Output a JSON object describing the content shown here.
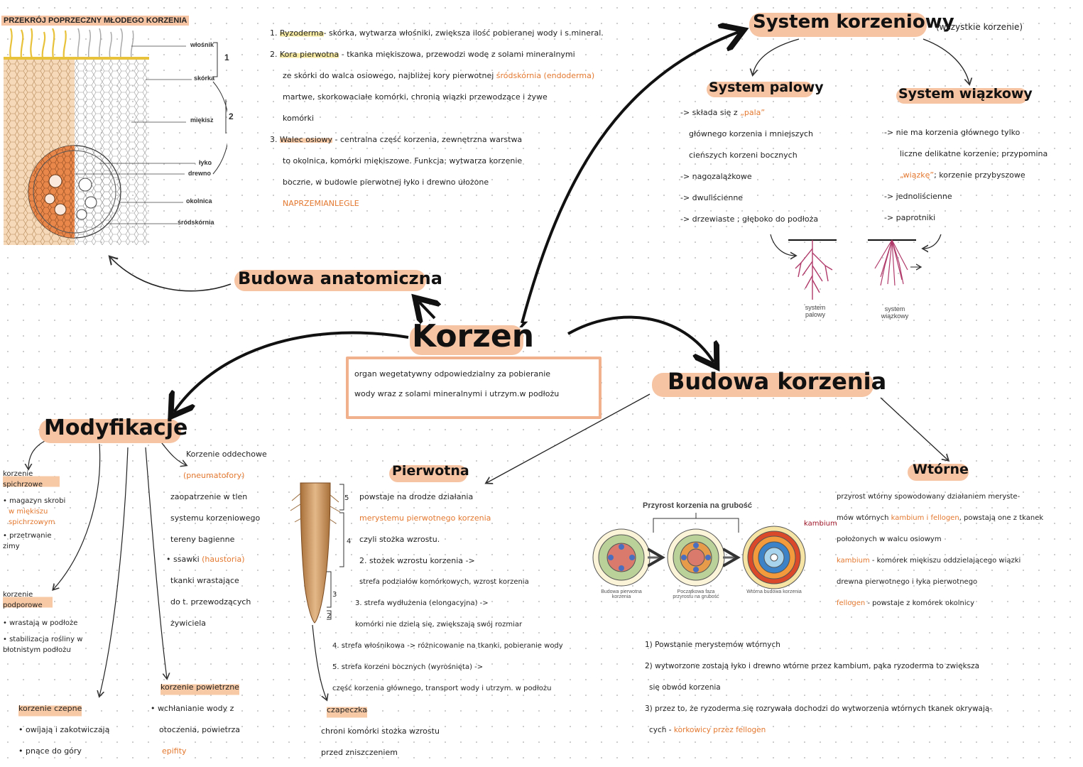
{
  "central": {
    "title": "Korzeń",
    "definition_line1": "organ wegetatywny odpowiedzialny za pobieranie",
    "definition_line2": "wody wraz z solami mineralnymi i utrzym.w podłożu"
  },
  "anatomy": {
    "heading": "Budowa anatomiczna",
    "figure_title": "PRZEKRÓJ POPRZECZNY MŁODEGO KORZENIA",
    "figure_labels": [
      "włośnik",
      "skórka",
      "miękisz",
      "łyko",
      "drewno",
      "okolnica",
      "śródskórnia"
    ],
    "bracket_1": "1",
    "bracket_2": "2",
    "notes": [
      {
        "num": "1.",
        "term": "Ryzoderma",
        "text": "- skórka, wytwarza włośniki, zwiększa ilość pobieranej wody i s.mineral."
      },
      {
        "num": "2.",
        "term": "Kora pierwotna",
        "text": "- tkanka miękiszowa, przewodzi wodę z solami mineralnymi"
      },
      {
        "text": "ze skórki do walca osiowego, najbliżej kory pierwotnej",
        "term": "śródskórnia (endoderma)"
      },
      {
        "text": "martwe, skorkowaciałe komórki, chronią wiązki przewodzące i żywe"
      },
      {
        "text": "komórki"
      },
      {
        "num": "3.",
        "term": "Walec osiowy",
        "text": "- centralna część korzenia, zewnętrzna warstwa"
      },
      {
        "text": "to okolnica, komórki miękiszowe. Funkcja: wytwarza korzenie"
      },
      {
        "text": "boczne, w budowie pierwotnej łyko i drewno ułożone"
      },
      {
        "text": "NAPRZEMIANLEGLE"
      }
    ]
  },
  "root_system": {
    "heading": "System korzeniowy",
    "note": "(wszystkie korzenie)",
    "taproot": {
      "heading": "System palowy",
      "lines": [
        "-> składa się z",
        "„pala”",
        "głównego korzenia i mniejszych",
        "cieńszych korzeni bocznych",
        "-> nagozalążkowe",
        "-> dwuliścienne",
        "-> drzewiaste ; głęboko do podłoża"
      ],
      "caption": "system palowy"
    },
    "fibrous": {
      "heading": "System wiązkowy",
      "lines": [
        "-> nie ma korzenia głównego tylko",
        "liczne delikatne korzenie; przypomina",
        "„wiązkę”",
        "; korzenie przybyszowe",
        "-> jednoliścienne",
        "-> paprotniki"
      ],
      "caption": "system wiązkowy"
    }
  },
  "root_structure": {
    "heading": "Budowa korzenia",
    "primary": {
      "heading": "Pierwotna",
      "lines": [
        "powstaje na drodze działania",
        "merystemu pierwotnego korzenia",
        "czyli stożka wzrostu.",
        "2. stożek wzrostu korzenia ->",
        "strefa podziałów komórkowych, wzrost korzenia",
        "3. strefa wydłużenia (elongacyjna) ->",
        "komórki nie dzielą się, zwiększają swój rozmiar",
        "4. strefa włośnikowa -> różnicowanie na tkanki, pobieranie wody",
        "5. strefa korzeni bocznych (wyrośnięta) ->",
        "część korzenia głównego, transport wody i utrzym. w podłożu",
        "czapeczka",
        "chroni komórki stożka wzrostu",
        "przed zniszczeniem"
      ],
      "zone_numbers": [
        "5",
        "4",
        "3",
        "2"
      ]
    },
    "secondary": {
      "heading": "Wtórne",
      "lines": [
        "przyrost wtórny spowodowany działaniem meryste-",
        "mów wtórnych",
        "kambium i fellogen",
        ", powstają one z tkanek",
        "położonych w walcu osiowym",
        "kambium",
        "- komórek miękiszu oddzielającego wiązki",
        "drewna pierwotnego i łyka pierwotnego",
        "fellogen",
        "- powstaje z komórek okolnicy"
      ],
      "figure_title": "Przyrost korzenia na grubość",
      "stage_captions": [
        "Budowa pierwotna korzenia",
        "Początkowa faza przyrostu na grubość",
        "Wtórna budowa korzenia"
      ],
      "annotation": "kambium",
      "steps": [
        "1) Powstanie merystemów wtórnych",
        "2) wytworzone zostają łyko i drewno wtórne przez kambium, pąka ryzoderma to zwiększa",
        "się obwód korzenia",
        "3) przez to, że ryzoderma się rozrywała dochodzi do wytworzenia wtórnych tkanek okrywają-",
        "cych -",
        "korkowicy przez fellogen"
      ]
    }
  },
  "modifications": {
    "heading": "Modyfikacje",
    "storage": {
      "title": "korzenie spichrzowe",
      "lines": [
        "• magazyn skrobi",
        "w miękiszu spichrzowym",
        "• przetrwanie zimy"
      ]
    },
    "prop": {
      "title": "korzenie podporowe",
      "lines": [
        "• wrastają w podłoże",
        "• stabilizacja rośliny w błotnistym podłożu"
      ]
    },
    "climbing": {
      "title": "korzenie czepne",
      "lines": [
        "• owijają i zakotwiczają",
        "• pnące do góry"
      ]
    },
    "breathing": {
      "title": "Korzenie oddechowe",
      "subtitle": "(pneumatofory)",
      "lines": [
        "zaopatrzenie w tlen",
        "systemu korzeniowego",
        "tereny bagienne"
      ]
    },
    "haustoria": {
      "title": "ssawki",
      "subtitle": "(haustoria)",
      "lines": [
        "tkanki wrastające",
        "do t. przewodzących",
        "żywiciela"
      ]
    },
    "aerial": {
      "title": "korzenie powietrzne",
      "lines": [
        "• wchłanianie wody z",
        "otoczenia, powietrza"
      ],
      "example": "epifity"
    }
  }
}
